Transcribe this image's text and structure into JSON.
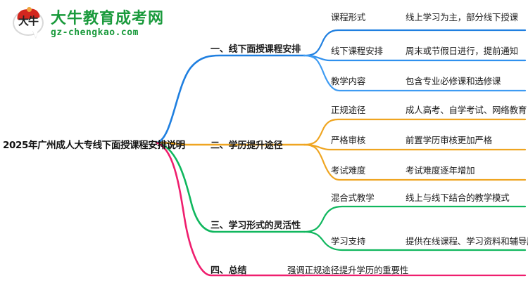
{
  "logo": {
    "mark_text": "大牛",
    "title": "大牛教育成考网",
    "domain": "gz-chengkao.com",
    "brand_color": "#1a9a3c",
    "cap_color": "#d3271f"
  },
  "mindmap": {
    "root": "2025年广州成人大专线下面授课程安排说明",
    "branches": [
      {
        "index": "一",
        "label": "一、线下面授课程安排",
        "color": "#1f7fe0",
        "children": [
          {
            "key": "课程形式",
            "value": "线上学习为主，部分线下授课"
          },
          {
            "key": "线下课程安排",
            "value": "周末或节假日进行，提前通知"
          },
          {
            "key": "教学内容",
            "value": "包含专业必修课和选修课"
          }
        ]
      },
      {
        "index": "二",
        "label": "二、学历提升途径",
        "color": "#efa521",
        "children": [
          {
            "key": "正规途径",
            "value": "成人高考、自学考试、网络教育"
          },
          {
            "key": "严格审核",
            "value": "前置学历审核更加严格"
          },
          {
            "key": "考试难度",
            "value": "考试难度逐年增加"
          }
        ]
      },
      {
        "index": "三",
        "label": "三、学习形式的灵活性",
        "color": "#10b75e",
        "children": [
          {
            "key": "混合式教学",
            "value": "线上与线下结合的教学模式"
          },
          {
            "key": "学习支持",
            "value": "提供在线课程、学习资料和辅导服务"
          }
        ]
      },
      {
        "index": "四",
        "label": "四、总结",
        "color": "#ef1e6e",
        "children": [
          {
            "key": "强调正规途径提升学历的重要性",
            "value": ""
          }
        ]
      }
    ]
  }
}
